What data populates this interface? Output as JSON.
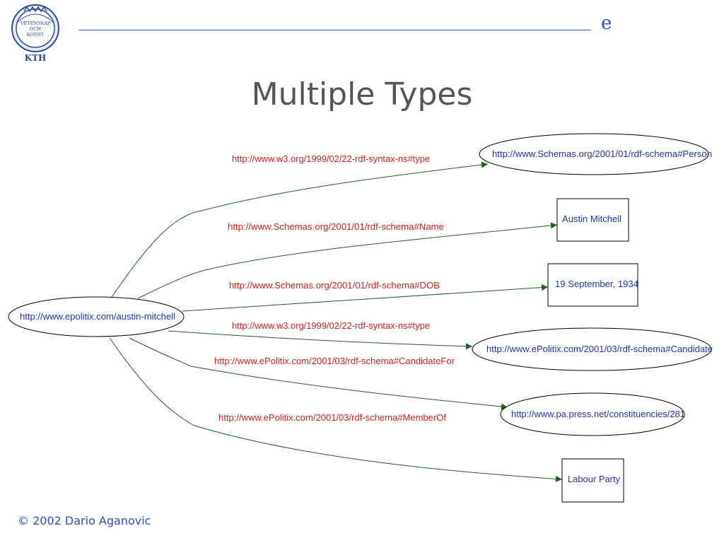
{
  "slide": {
    "title": "Multiple Types",
    "header_mark": "e",
    "footer": "© 2002 Dario Aganovic"
  },
  "logo": {
    "text_lines": [
      "VETENSKAP",
      "OCH",
      "KONST"
    ],
    "initials": "KTH"
  },
  "diagram": {
    "source": {
      "label": "http://www.epolitix.com/austin-mitchell",
      "shape": "ellipse"
    },
    "targets": [
      {
        "label": "http://www.Schemas.org/2001/01/rdf-schema#Person",
        "shape": "ellipse"
      },
      {
        "label": "Austin Mitchell",
        "shape": "box"
      },
      {
        "label": "19 September, 1934",
        "shape": "box"
      },
      {
        "label": "http://www.ePolitix.com/2001/03/rdf-schema#Candidate",
        "shape": "ellipse"
      },
      {
        "label": "http://www.pa.press.net/constituencies/281",
        "shape": "ellipse"
      },
      {
        "label": "Labour Party",
        "shape": "box"
      }
    ],
    "edges": [
      {
        "label": "http://www.w3.org/1999/02/22-rdf-syntax-ns#type"
      },
      {
        "label": "http://www.Schemas.org/2001/01/rdf-schema#Name"
      },
      {
        "label": "http://www.Schemas.org/2001/01/rdf-schema#DOB"
      },
      {
        "label": "http://www.w3.org/1999/02/22-rdf-syntax-ns#type"
      },
      {
        "label": "http://www.ePolitix.com/2001/03/rdf-schema#CandidateFor"
      },
      {
        "label": "http://www.ePolitix.com/2001/03/rdf-schema#MemberOf"
      }
    ],
    "colors": {
      "node_text": "#2233aa",
      "edge_text": "#cc2222",
      "edge_line": "#1f5f1f"
    }
  }
}
